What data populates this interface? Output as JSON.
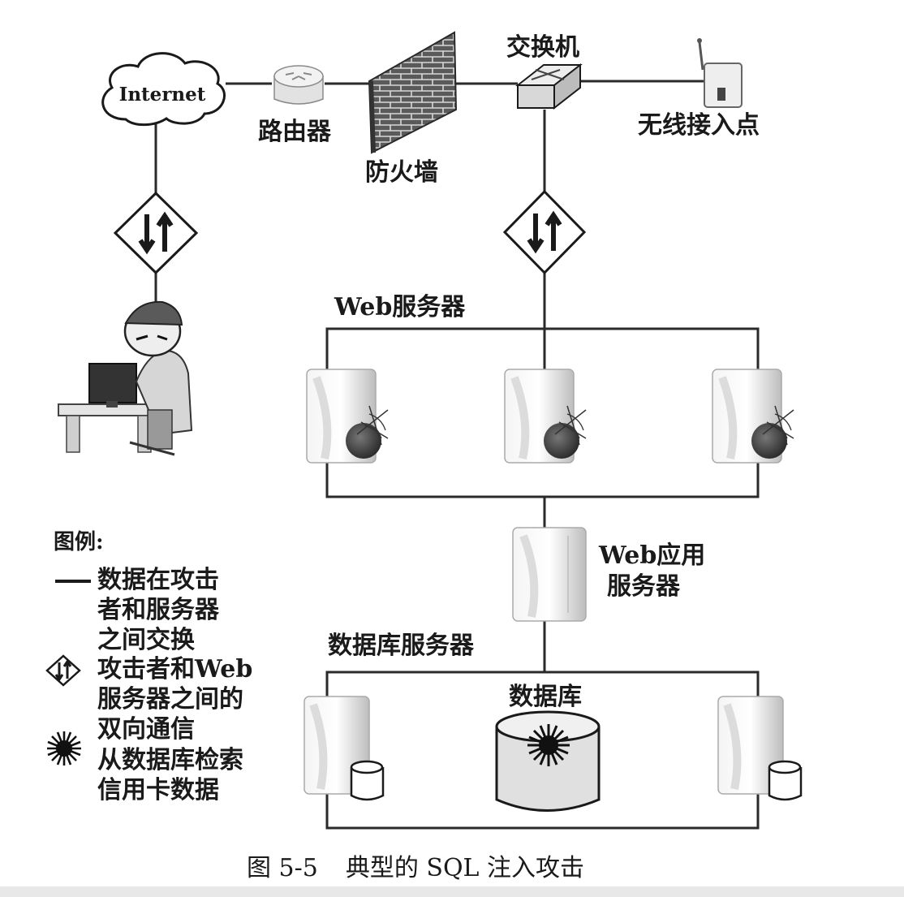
{
  "labels": {
    "internet": "Internet",
    "router": "路由器",
    "firewall": "防火墙",
    "switch": "交换机",
    "wireless_ap": "无线接入点",
    "web_servers": "Web服务器",
    "web_app_server_line1": "Web应用",
    "web_app_server_line2": "服务器",
    "db_servers": "数据库服务器",
    "database": "数据库"
  },
  "legend": {
    "title": "图例:",
    "line_item": "数据在攻击\n者和服务器\n之间交换",
    "diamond_item": "攻击者和Web\n服务器之间的\n双向通信",
    "starburst_item": "从数据库检索\n信用卡数据"
  },
  "caption": {
    "figure_number": "图 5-5",
    "title": "典型的 SQL 注入攻击"
  }
}
